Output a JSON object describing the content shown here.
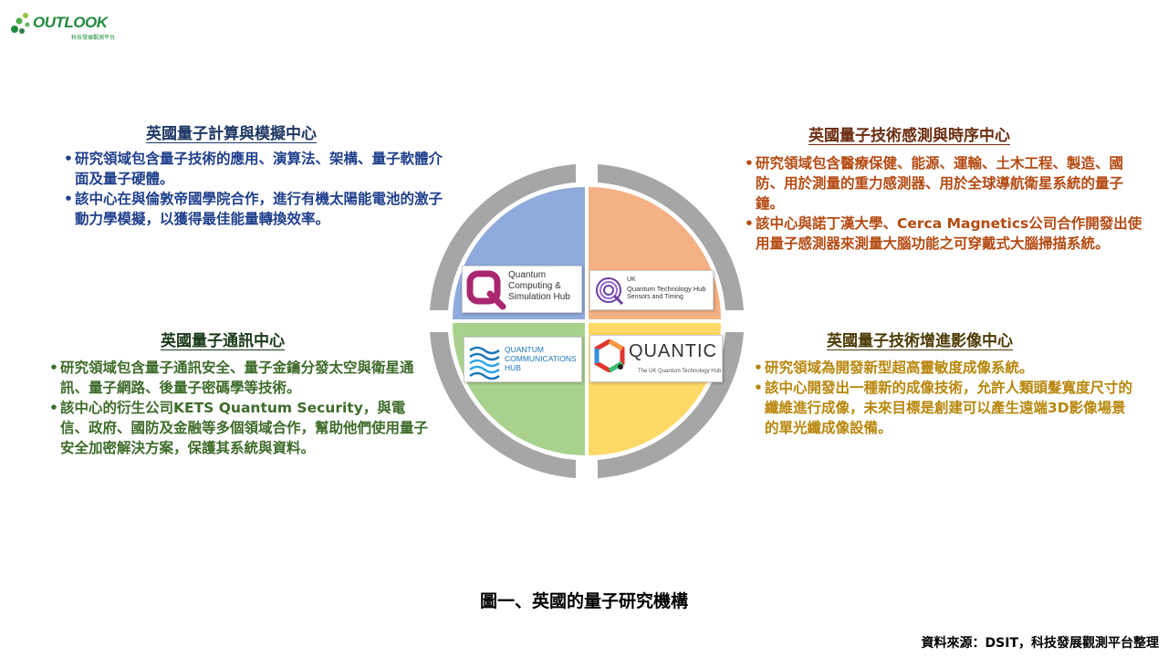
{
  "logo": {
    "wordmark": "OUTLOOK",
    "subtitle": "科技發展觀測平台",
    "color": "#1e8a3e"
  },
  "sections": {
    "top_left": {
      "title": "英國量子計算與模擬中心",
      "color": "#4472c4",
      "bullets": [
        "研究領域包含量子技術的應用、演算法、架構、量子軟體介面及量子硬體。",
        "該中心在與倫敦帝國學院合作，進行有機太陽能電池的激子動力學模擬，以獲得最佳能量轉換效率。"
      ]
    },
    "top_right": {
      "title": "英國量子技術感測與時序中心",
      "color": "#c55a11",
      "bullets": [
        "研究領域包含醫療保健、能源、運輸、土木工程、製造、國防、用於測量的重力感測器、用於全球導航衛星系統的量子鐘。",
        "該中心與諾丁漢大學、Cerca Magnetics公司合作開發出使用量子感測器來測量大腦功能之可穿戴式大腦掃描系統。"
      ]
    },
    "bottom_left": {
      "title": "英國量子通訊中心",
      "color": "#548235",
      "bullets": [
        "研究領域包含量子通訊安全、量子金鑰分發太空與衛星通訊、量子網路、後量子密碼學等技術。",
        "該中心的衍生公司KETS Quantum Security，與電信、政府、國防及金融等多個領域合作，幫助他們使用量子安全加密解決方案，保護其系統與資料。"
      ]
    },
    "bottom_right": {
      "title": "英國量子技術增進影像中心",
      "color": "#bf9000",
      "bullets": [
        "研究領域為開發新型超高靈敏度成像系統。",
        "該中心開發出一種新的成像技術，允許人類頭髮寬度尺寸的纖維進行成像，未來目標是創建可以產生遠端3D影像場景的單光纖成像設備。"
      ]
    }
  },
  "quadrant_colors": {
    "top_left": "#8faadc",
    "top_right": "#f4b183",
    "bottom_left": "#a9d18e",
    "bottom_right": "#ffd966",
    "ring": "#a6a6a6"
  },
  "hub_logos": {
    "computing": {
      "lines": [
        "Quantum",
        "Computing &",
        "Simulation Hub"
      ],
      "icon": "q-letter-icon",
      "color": "#a8276f"
    },
    "sensing": {
      "lines": [
        "UK",
        "Quantum Technology Hub",
        "Sensors and Timing"
      ],
      "icon": "q-ring-icon",
      "color": "#6c3fa0"
    },
    "communications": {
      "lines": [
        "QUANTUM",
        "COMMUNICATIONS",
        "HUB"
      ],
      "icon": "wave-icon",
      "color": "#1b75bc"
    },
    "imaging": {
      "name": "QUANTIC",
      "tagline": "The UK Quantum Technology Hub",
      "icon": "hexagon-icon"
    }
  },
  "caption": "圖一、英國的量子研究機構",
  "source": "資料來源：DSIT，科技發展觀測平台整理"
}
